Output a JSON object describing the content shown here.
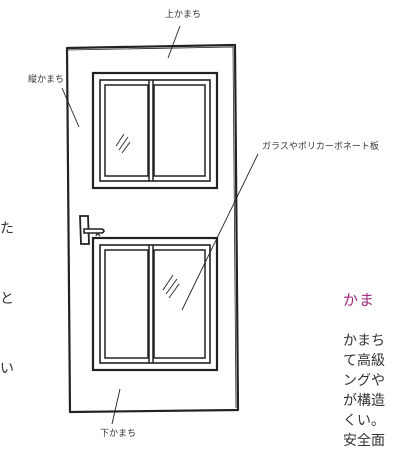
{
  "diagram": {
    "labels": {
      "top_rail": "上かまち",
      "stile": "縦かまち",
      "glass": "ガラスやポリカーボネート板",
      "bottom_rail": "下かまち"
    }
  },
  "left_text": {
    "lines": [
      "た",
      "と",
      "い"
    ]
  },
  "right_text": {
    "heading": "かま",
    "lines": [
      "かまち",
      "て高級",
      "ングや",
      "が構造",
      "くい。",
      "安全面"
    ]
  }
}
